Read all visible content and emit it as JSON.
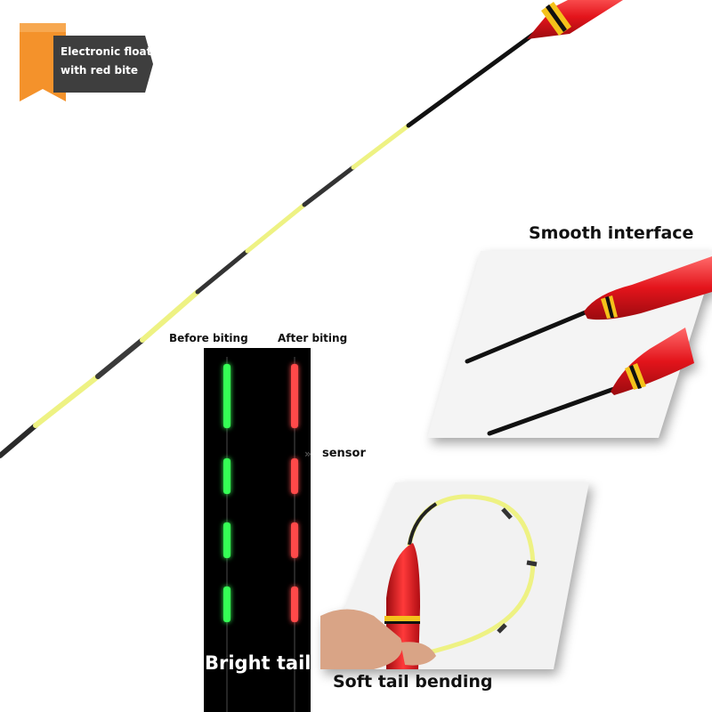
{
  "badge": {
    "line1": "Electronic float",
    "line2": "with red bite"
  },
  "compare": {
    "before_label": "Before biting",
    "after_label": "After biting",
    "sensor_label": "sensor",
    "bottom_label": "Bright tail"
  },
  "smooth_label": "Smooth interface",
  "bending_label": "Soft tail bending",
  "colors": {
    "glow_green": "#35ff55",
    "glow_red": "#ff4a4a",
    "float_red": "#e3141b",
    "tail_yellow": "#f2f58a"
  }
}
